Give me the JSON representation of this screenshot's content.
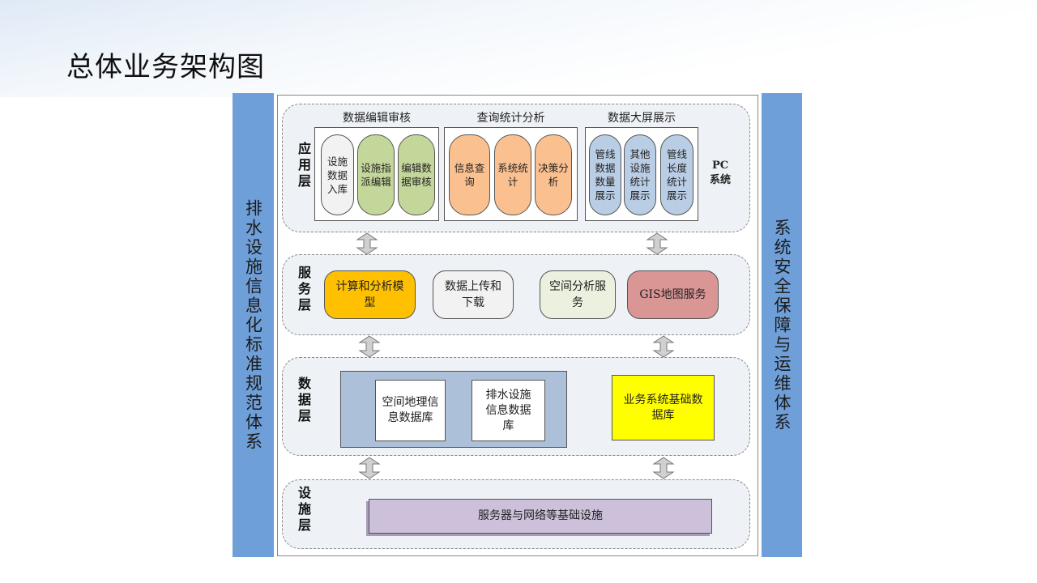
{
  "title": "总体业务架构图",
  "left_bar": "排水设施信息化标准规范体系",
  "right_bar": "系统安全保障与运维体系",
  "app_layer": {
    "label": "应用层",
    "side_note": "PC系统",
    "groups": [
      {
        "title": "数据编辑审核",
        "items": [
          "设施数据入库",
          "设施指派编辑",
          "编辑数据审核"
        ]
      },
      {
        "title": "查询统计分析",
        "items": [
          "信息查询",
          "系统统计",
          "决策分析"
        ]
      },
      {
        "title": "数据大屏展示",
        "items": [
          "管线数据数量展示",
          "其他设施统计展示",
          "管线长度统计展示"
        ]
      }
    ]
  },
  "service_layer": {
    "label": "服务层",
    "items": [
      "计算和分析模型",
      "数据上传和下载",
      "空间分析服务",
      "GIS地图服务"
    ]
  },
  "data_layer": {
    "label": "数据层",
    "items": [
      "空间地理信息数据库",
      "排水设施信息数据库",
      "业务系统基础数据库"
    ]
  },
  "infra_layer": {
    "label": "设施层",
    "item": "服务器与网络等基础设施"
  },
  "colors": {
    "sidebar": "#6f9fd8",
    "orange": "#ffc000",
    "pink": "#da9694",
    "yellow": "#ffff00",
    "purple": "#ccc0da"
  }
}
